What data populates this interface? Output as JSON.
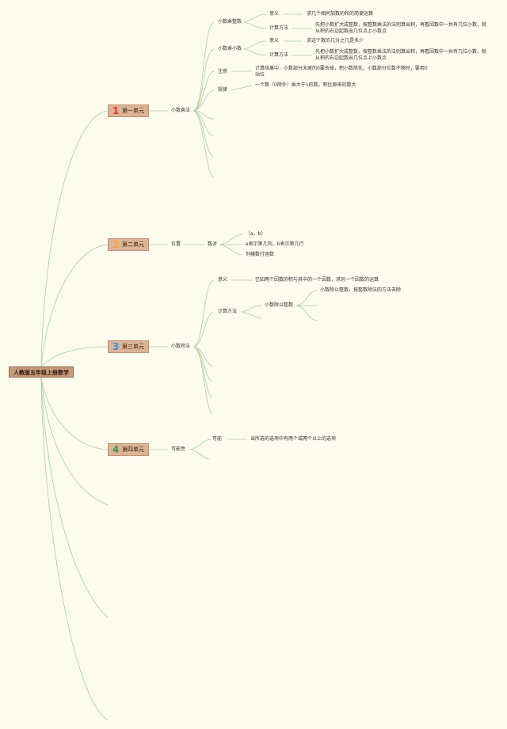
{
  "root": "人教版五年级上册数学",
  "units": [
    {
      "num": "1",
      "label": "第一单元",
      "color": "#e8332f"
    },
    {
      "num": "2",
      "label": "第二单元",
      "color": "#f2a337"
    },
    {
      "num": "3",
      "label": "第三单元",
      "color": "#3f8fd4"
    },
    {
      "num": "4",
      "label": "第四单元",
      "color": "#3a9a4a"
    }
  ],
  "u1": {
    "topic": "小数乘法",
    "a": {
      "label": "小数乘整数",
      "meaning": "意义",
      "meaning_text": "求几个相同加数的和的简便运算",
      "method": "计算方法",
      "method_text": "先把小数扩大成整数，按整数乘法的法则算出积，再看因数中一共有几位小数，就从积的右边起数出几位点上小数点"
    },
    "b": {
      "label": "小数乘小数",
      "meaning": "意义",
      "meaning_text": "求这个数的几分之几是多少",
      "method": "计算方法",
      "method_text": "先把小数扩大成整数，按整数乘法的法则算出积，再看因数中一共有几位小数，就从积的右边起数出几位点上小数点"
    },
    "note": {
      "label": "注意",
      "text": "计算结果中，小数部分末尾的0要去掉，把小数简化，小数部分位数不够时，要用0站位"
    },
    "rule": {
      "label": "规律",
      "text": "一个数（0除外）乘大于1的数，积比原来的数大"
    }
  },
  "u2": {
    "topic": "位置",
    "sub": "数对",
    "items": [
      "（a，b）",
      "a表示第几列，b表示第几行",
      "列横数行竖数"
    ]
  },
  "u3": {
    "topic": "小数除法",
    "meaning": "意义",
    "meaning_text": "已知两个因数的积与其中的一个因数，求另一个因数的运算",
    "method": "计算方法",
    "sub": "小数除以整数",
    "sub_text": "小数除以整数，按整数除法的方法去除"
  },
  "u4": {
    "topic": "可能性",
    "sub": "可能",
    "text": "当所选的选项中有两个或两个以上的选项"
  }
}
